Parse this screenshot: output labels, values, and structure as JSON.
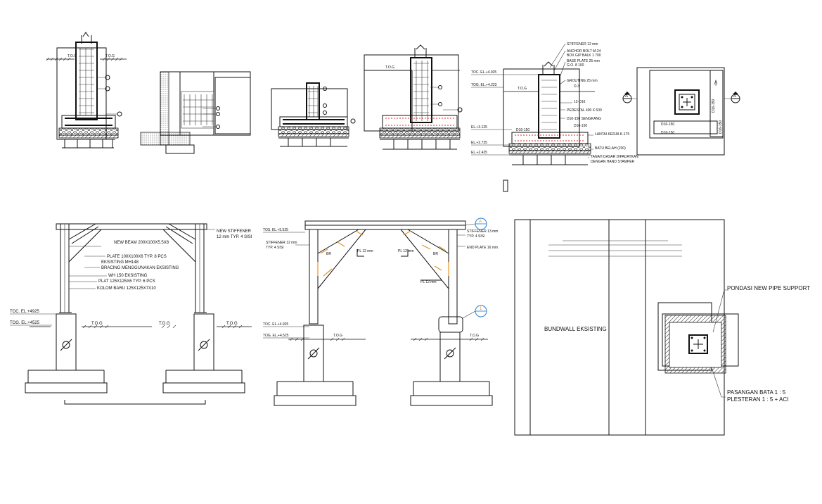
{
  "colors": {
    "line": "#111111",
    "rebar": "#d42a2a",
    "connection": "#e8921e",
    "callout": "#4a90d9"
  },
  "detail4": {
    "labels": [
      "STIFFENER 12 mm",
      "ANCHOR BOLT M-24",
      "BOX GIP BALK 1 700",
      "BASE PLATE 25 mm",
      "G.O. 8 100",
      "GROUTING 25 mm",
      "D-3",
      "12-D16",
      "PEDESTAL 400 X 600",
      "D10-150 SENGKANG",
      "D16-150",
      "LANTAI KERJA K-175",
      "BATU BELAH (200)",
      "TANAH DASAR DIPADATKAN",
      "DENGAN HAND STAMPER"
    ],
    "elevations": [
      "TOC. EL.+4.925",
      "TOG. EL.+4.223",
      "T.O.G",
      "EL.+3.125",
      "EL.+2.725",
      "EL.+2.425"
    ],
    "bar_label": "D16-150"
  },
  "detail3": {
    "tog": "T.O.G"
  },
  "detail1": {
    "tog_left": "T.O.G",
    "tog_right": "T.O.G"
  },
  "plan": {
    "dim_right_top": "D16-150",
    "dim_right_bottom": "D16-150",
    "bar_top": "D16-150",
    "bar_bottom": "D16-150",
    "sec_left": "A",
    "sec_right": "A"
  },
  "frame_left": {
    "labels": [
      "NEW STIFFENER",
      "12 mm TYP. 4 SISI",
      "NEW BEAM 200X100X5.5X8",
      "PLATE 100X100X6 TYP. 8 PCS",
      "EKSISTING MH148",
      "BRACING MENGGUNAKAN EKSISTING",
      "WH 150 EKSISTING",
      "PLAT 125X125X6 TYP. 6 PCS",
      "KOLOM BARU 125X125X7X10"
    ],
    "elev1": "TOC. EL.+4925",
    "elev2": "TOG. EL.+4525",
    "tog1": "T.O.G",
    "tog2": "T.O.G",
    "tog3": "T.O.G"
  },
  "frame_mid": {
    "labels": [
      "TOS. EL.+5.525",
      "STIFFENER 12 mm",
      "TYP. 4 SISI",
      "STIFFENER 13 mm",
      "TYP. 4 SISI",
      "END PLATE 16 mm",
      "PL 12 mm",
      "PL 12 mm",
      "PL 12 mm",
      "BR",
      "BR"
    ],
    "elev1": "TOC. EL.+4.925",
    "elev2": "TOG. EL.+4.525",
    "tog_left": "T.O.G",
    "tog_right": "T.O.G",
    "callout1": "A",
    "callout2": "1"
  },
  "bundwall": {
    "label": "BUNDWALL EKSISTING",
    "pondasi": "PONDASI NEW PIPE SUPPORT",
    "bata": "PASANGAN BATA 1 : 5",
    "plester": "PLESTERAN 1 : 5 + ACI"
  }
}
